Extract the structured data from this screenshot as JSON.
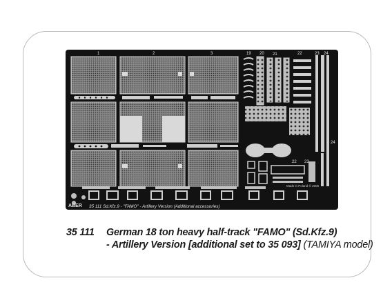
{
  "fret": {
    "part_numbers": [
      "1",
      "2",
      "3",
      "19",
      "20",
      "21",
      "22",
      "23",
      "24"
    ],
    "part_numbers_lower": [
      "22",
      "23",
      "24"
    ],
    "brand": "ABER",
    "etched_line": "35 111      Sd.Kfz.9 - \"FAMO\" - Artillery Version (Additional accessories)",
    "made_in": "Made in Poland   © 2005"
  },
  "caption": {
    "code": "35 111",
    "title_line1": "German 18 ton heavy half-track \"FAMO\" (Sd.Kfz.9)",
    "title_line2": "- Artillery Version [additional set to 35 093]",
    "model_note": "(TAMIYA model)"
  },
  "colors": {
    "fret_background": "#121212",
    "brass_parts": "#cfcfcf",
    "border": "#b9b9b9"
  }
}
